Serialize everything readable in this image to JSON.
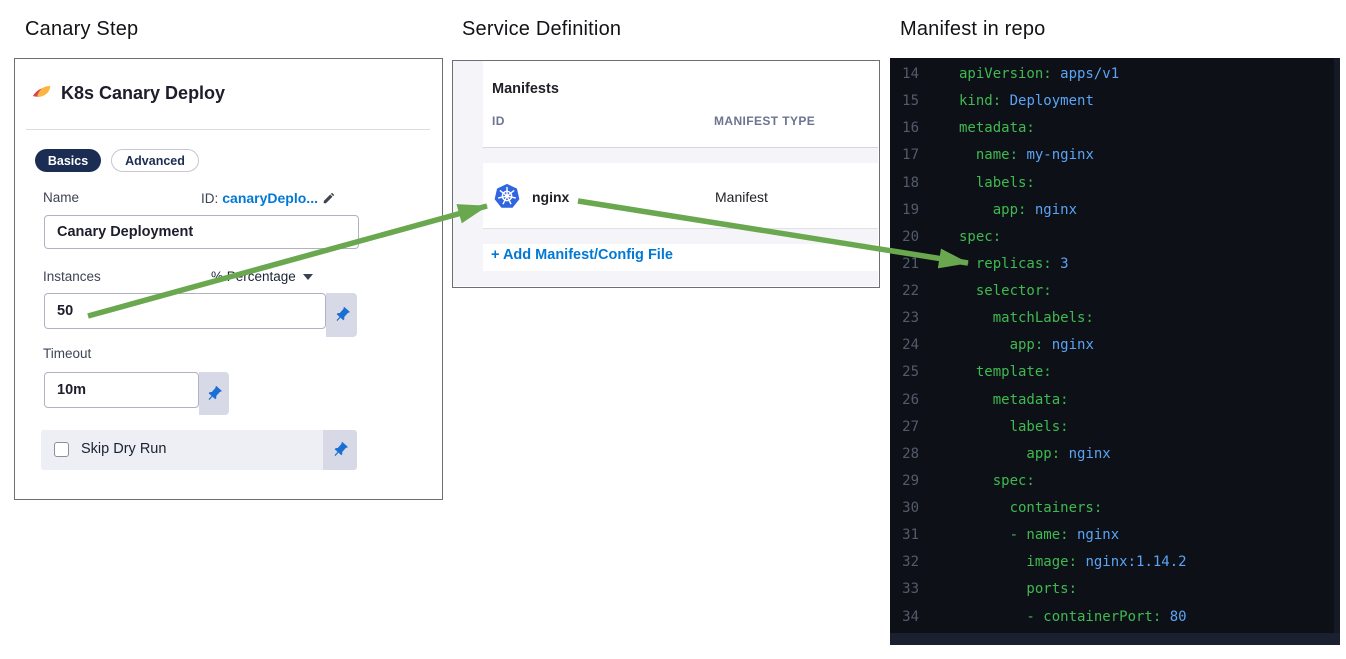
{
  "headings": {
    "canary_step": "Canary Step",
    "service_definition": "Service Definition",
    "manifest_in_repo": "Manifest in repo"
  },
  "canary_step": {
    "card_title": "K8s Canary Deploy",
    "tabs": [
      {
        "label": "Basics",
        "active": true
      },
      {
        "label": "Advanced",
        "active": false
      }
    ],
    "name_label": "Name",
    "id_prefix": "ID:",
    "id_value": "canaryDeplo...",
    "name_value": "Canary Deployment",
    "instances_label": "Instances",
    "instances_mode": "% Percentage",
    "instances_value": "50",
    "timeout_label": "Timeout",
    "timeout_value": "10m",
    "skip_dry_run_label": "Skip Dry Run"
  },
  "service_definition": {
    "heading": "Manifests",
    "columns": [
      "ID",
      "MANIFEST TYPE"
    ],
    "rows": [
      {
        "id": "nginx",
        "type": "Manifest",
        "icon": "kubernetes-icon"
      }
    ],
    "add_link": "+ Add Manifest/Config File"
  },
  "manifest_code": {
    "lines": [
      {
        "n": 14,
        "indent": 0,
        "dash": false,
        "key": "apiVersion",
        "value": "apps/v1"
      },
      {
        "n": 15,
        "indent": 0,
        "dash": false,
        "key": "kind",
        "value": "Deployment"
      },
      {
        "n": 16,
        "indent": 0,
        "dash": false,
        "key": "metadata",
        "value": ""
      },
      {
        "n": 17,
        "indent": 2,
        "dash": false,
        "key": "name",
        "value": "my-nginx"
      },
      {
        "n": 18,
        "indent": 2,
        "dash": false,
        "key": "labels",
        "value": ""
      },
      {
        "n": 19,
        "indent": 4,
        "dash": false,
        "key": "app",
        "value": "nginx"
      },
      {
        "n": 20,
        "indent": 0,
        "dash": false,
        "key": "spec",
        "value": ""
      },
      {
        "n": 21,
        "indent": 2,
        "dash": false,
        "key": "replicas",
        "value": "3"
      },
      {
        "n": 22,
        "indent": 2,
        "dash": false,
        "key": "selector",
        "value": ""
      },
      {
        "n": 23,
        "indent": 4,
        "dash": false,
        "key": "matchLabels",
        "value": ""
      },
      {
        "n": 24,
        "indent": 6,
        "dash": false,
        "key": "app",
        "value": "nginx"
      },
      {
        "n": 25,
        "indent": 2,
        "dash": false,
        "key": "template",
        "value": ""
      },
      {
        "n": 26,
        "indent": 4,
        "dash": false,
        "key": "metadata",
        "value": ""
      },
      {
        "n": 27,
        "indent": 6,
        "dash": false,
        "key": "labels",
        "value": ""
      },
      {
        "n": 28,
        "indent": 8,
        "dash": false,
        "key": "app",
        "value": "nginx"
      },
      {
        "n": 29,
        "indent": 4,
        "dash": false,
        "key": "spec",
        "value": ""
      },
      {
        "n": 30,
        "indent": 6,
        "dash": false,
        "key": "containers",
        "value": ""
      },
      {
        "n": 31,
        "indent": 6,
        "dash": true,
        "key": "name",
        "value": "nginx"
      },
      {
        "n": 32,
        "indent": 8,
        "dash": false,
        "key": "image",
        "value": "nginx:1.14.2"
      },
      {
        "n": 33,
        "indent": 8,
        "dash": false,
        "key": "ports",
        "value": ""
      },
      {
        "n": 34,
        "indent": 8,
        "dash": true,
        "key": "containerPort",
        "value": "80"
      }
    ]
  },
  "colors": {
    "accent_blue": "#0278d5",
    "tab_active_bg": "#1b2d52",
    "arrow_green": "#6aa84f",
    "code_bg": "#0d1117",
    "code_key_green": "#3fb950",
    "code_value_blue": "#5ba3f5",
    "kubernetes_blue": "#3064e0"
  }
}
